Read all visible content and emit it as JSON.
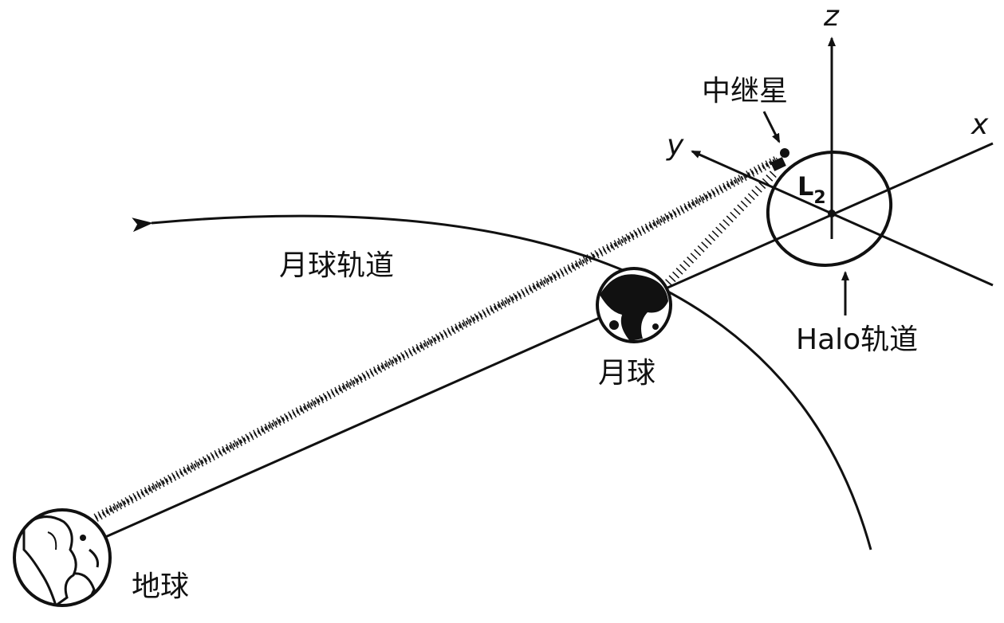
{
  "labels": {
    "earth": "地球",
    "moon": "月球",
    "moon_orbit": "月球轨道",
    "relay_satellite": "中继星",
    "halo_orbit": "Halo轨道",
    "l2": "L",
    "l2_sub": "2",
    "axis_x": "x",
    "axis_y": "y",
    "axis_z": "z"
  },
  "colors": {
    "ink": "#111111",
    "background": "#ffffff"
  }
}
